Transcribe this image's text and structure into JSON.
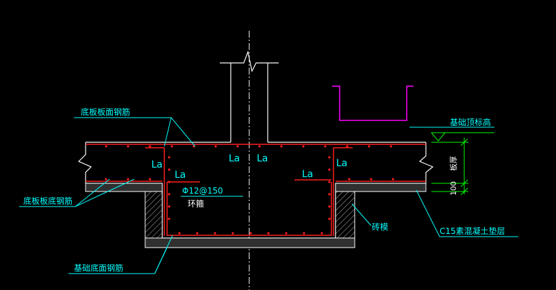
{
  "labels": {
    "slab_top_rebar": "底板板面钢筋",
    "slab_bottom_rebar": "底板板底钢筋",
    "foundation_bottom_rebar": "基础底面钢筋",
    "foundation_top_elevation": "基础顶标高",
    "brick_mold": "砖模",
    "c15_cushion": "C15素混凝土垫层",
    "stirrup_spec": "Φ12@150",
    "stirrup_name": "环箍",
    "la": "La",
    "dim_100": "100",
    "dim_thickness": "板厚"
  },
  "colors": {
    "background": "#000000",
    "structure": "#ffffff",
    "rebar": "#ff2020",
    "label": "#00ffff",
    "leader": "#00ffff",
    "dimension": "#00ff00",
    "sump": "#ff00ff",
    "hatch": "#b0b0b0"
  }
}
